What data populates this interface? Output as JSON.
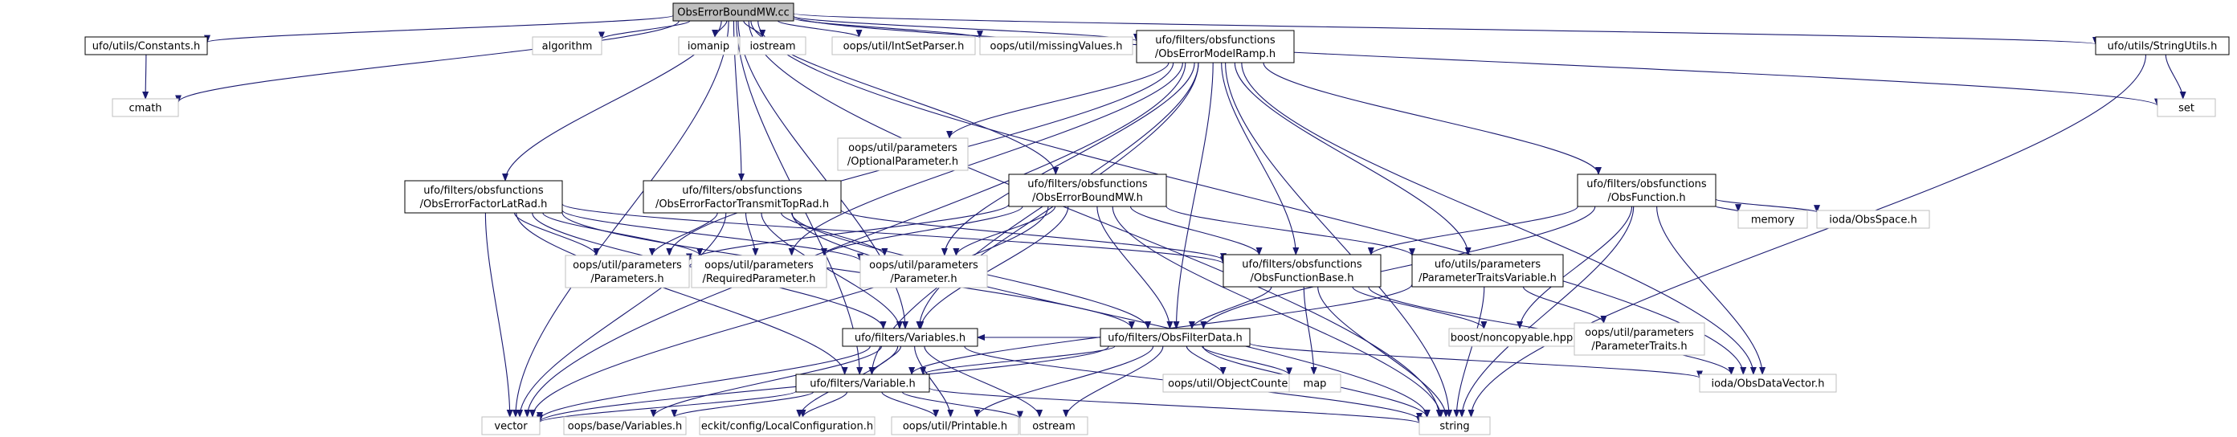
{
  "colors": {
    "root_fill": "#bfbfbf",
    "root_stroke": "#000000",
    "local_stroke": "#000000",
    "external_stroke": "#bfbfbf",
    "text": "#000000",
    "external_text": "#000000",
    "edge": "#191970"
  },
  "nodes": [
    {
      "id": "root",
      "kind": "root",
      "lines": [
        "ObsErrorBoundMW.cc"
      ]
    },
    {
      "id": "constants",
      "kind": "local",
      "lines": [
        "ufo/utils/Constants.h"
      ]
    },
    {
      "id": "cmath",
      "kind": "external",
      "lines": [
        "cmath"
      ]
    },
    {
      "id": "algorithm",
      "kind": "external",
      "lines": [
        "algorithm"
      ]
    },
    {
      "id": "iomanip",
      "kind": "external",
      "lines": [
        "iomanip"
      ]
    },
    {
      "id": "iostream",
      "kind": "external",
      "lines": [
        "iostream"
      ]
    },
    {
      "id": "intsetparser",
      "kind": "external",
      "lines": [
        "oops/util/IntSetParser.h"
      ]
    },
    {
      "id": "missingvalues",
      "kind": "external",
      "lines": [
        "oops/util/missingValues.h"
      ]
    },
    {
      "id": "ramp",
      "kind": "local",
      "lines": [
        "ufo/filters/obsfunctions",
        "/ObsErrorModelRamp.h"
      ]
    },
    {
      "id": "stringutils",
      "kind": "local",
      "lines": [
        "ufo/utils/StringUtils.h"
      ]
    },
    {
      "id": "set",
      "kind": "external",
      "lines": [
        "set"
      ]
    },
    {
      "id": "latrad",
      "kind": "local",
      "lines": [
        "ufo/filters/obsfunctions",
        "/ObsErrorFactorLatRad.h"
      ]
    },
    {
      "id": "transmit",
      "kind": "local",
      "lines": [
        "ufo/filters/obsfunctions",
        "/ObsErrorFactorTransmitTopRad.h"
      ]
    },
    {
      "id": "optparam",
      "kind": "external",
      "lines": [
        "oops/util/parameters",
        "/OptionalParameter.h"
      ]
    },
    {
      "id": "boundmw",
      "kind": "local",
      "lines": [
        "ufo/filters/obsfunctions",
        "/ObsErrorBoundMW.h"
      ]
    },
    {
      "id": "obsfunction",
      "kind": "local",
      "lines": [
        "ufo/filters/obsfunctions",
        "/ObsFunction.h"
      ]
    },
    {
      "id": "memory",
      "kind": "external",
      "lines": [
        "memory"
      ]
    },
    {
      "id": "obsspace",
      "kind": "external",
      "lines": [
        "ioda/ObsSpace.h"
      ]
    },
    {
      "id": "parameters",
      "kind": "external",
      "lines": [
        "oops/util/parameters",
        "/Parameters.h"
      ]
    },
    {
      "id": "reqparam",
      "kind": "external",
      "lines": [
        "oops/util/parameters",
        "/RequiredParameter.h"
      ]
    },
    {
      "id": "parameter",
      "kind": "external",
      "lines": [
        "oops/util/parameters",
        "/Parameter.h"
      ]
    },
    {
      "id": "funcbase",
      "kind": "local",
      "lines": [
        "ufo/filters/obsfunctions",
        "/ObsFunctionBase.h"
      ]
    },
    {
      "id": "traitsvar",
      "kind": "local",
      "lines": [
        "ufo/utils/parameters",
        "/ParameterTraitsVariable.h"
      ]
    },
    {
      "id": "variables",
      "kind": "local",
      "lines": [
        "ufo/filters/Variables.h"
      ]
    },
    {
      "id": "filterdata",
      "kind": "local",
      "lines": [
        "ufo/filters/ObsFilterData.h"
      ]
    },
    {
      "id": "noncopyable",
      "kind": "external",
      "lines": [
        "boost/noncopyable.hpp"
      ]
    },
    {
      "id": "paramtraits",
      "kind": "external",
      "lines": [
        "oops/util/parameters",
        "/ParameterTraits.h"
      ]
    },
    {
      "id": "objectcounter",
      "kind": "external",
      "lines": [
        "oops/util/ObjectCounter.h"
      ]
    },
    {
      "id": "map",
      "kind": "external",
      "lines": [
        "map"
      ]
    },
    {
      "id": "variable",
      "kind": "local",
      "lines": [
        "ufo/filters/Variable.h"
      ]
    },
    {
      "id": "obsdatavector",
      "kind": "external",
      "lines": [
        "ioda/ObsDataVector.h"
      ]
    },
    {
      "id": "vector",
      "kind": "external",
      "lines": [
        "vector"
      ]
    },
    {
      "id": "basevariables",
      "kind": "external",
      "lines": [
        "oops/base/Variables.h"
      ]
    },
    {
      "id": "localconfig",
      "kind": "external",
      "lines": [
        "eckit/config/LocalConfiguration.h"
      ]
    },
    {
      "id": "printable",
      "kind": "external",
      "lines": [
        "oops/util/Printable.h"
      ]
    },
    {
      "id": "ostream",
      "kind": "external",
      "lines": [
        "ostream"
      ]
    },
    {
      "id": "string",
      "kind": "external",
      "lines": [
        "string"
      ]
    }
  ],
  "edges": [
    [
      "root",
      "constants"
    ],
    [
      "root",
      "cmath"
    ],
    [
      "root",
      "algorithm"
    ],
    [
      "root",
      "iomanip"
    ],
    [
      "root",
      "iostream"
    ],
    [
      "root",
      "intsetparser"
    ],
    [
      "root",
      "missingvalues"
    ],
    [
      "root",
      "ramp"
    ],
    [
      "root",
      "stringutils"
    ],
    [
      "root",
      "set"
    ],
    [
      "root",
      "latrad"
    ],
    [
      "root",
      "transmit"
    ],
    [
      "root",
      "boundmw"
    ],
    [
      "root",
      "variables"
    ],
    [
      "root",
      "variable"
    ],
    [
      "root",
      "obsdatavector"
    ],
    [
      "root",
      "vector"
    ],
    [
      "root",
      "string"
    ],
    [
      "constants",
      "cmath"
    ],
    [
      "stringutils",
      "set"
    ],
    [
      "stringutils",
      "string"
    ],
    [
      "ramp",
      "optparam"
    ],
    [
      "ramp",
      "obsfunction"
    ],
    [
      "ramp",
      "parameters"
    ],
    [
      "ramp",
      "reqparam"
    ],
    [
      "ramp",
      "parameter"
    ],
    [
      "ramp",
      "funcbase"
    ],
    [
      "ramp",
      "traitsvar"
    ],
    [
      "ramp",
      "variables"
    ],
    [
      "ramp",
      "filterdata"
    ],
    [
      "ramp",
      "variable"
    ],
    [
      "ramp",
      "obsdatavector"
    ],
    [
      "ramp",
      "vector"
    ],
    [
      "ramp",
      "string"
    ],
    [
      "latrad",
      "parameters"
    ],
    [
      "latrad",
      "reqparam"
    ],
    [
      "latrad",
      "parameter"
    ],
    [
      "latrad",
      "funcbase"
    ],
    [
      "latrad",
      "variables"
    ],
    [
      "latrad",
      "filterdata"
    ],
    [
      "latrad",
      "vector"
    ],
    [
      "latrad",
      "variable"
    ],
    [
      "transmit",
      "parameters"
    ],
    [
      "transmit",
      "reqparam"
    ],
    [
      "transmit",
      "parameter"
    ],
    [
      "transmit",
      "funcbase"
    ],
    [
      "transmit",
      "variables"
    ],
    [
      "transmit",
      "filterdata"
    ],
    [
      "transmit",
      "vector"
    ],
    [
      "transmit",
      "string"
    ],
    [
      "boundmw",
      "parameters"
    ],
    [
      "boundmw",
      "reqparam"
    ],
    [
      "boundmw",
      "parameter"
    ],
    [
      "boundmw",
      "funcbase"
    ],
    [
      "boundmw",
      "traitsvar"
    ],
    [
      "boundmw",
      "variables"
    ],
    [
      "boundmw",
      "filterdata"
    ],
    [
      "boundmw",
      "vector"
    ],
    [
      "boundmw",
      "string"
    ],
    [
      "obsfunction",
      "memory"
    ],
    [
      "obsfunction",
      "obsspace"
    ],
    [
      "obsfunction",
      "funcbase"
    ],
    [
      "obsfunction",
      "filterdata"
    ],
    [
      "obsfunction",
      "noncopyable"
    ],
    [
      "obsfunction",
      "obsdatavector"
    ],
    [
      "obsfunction",
      "string"
    ],
    [
      "funcbase",
      "filterdata"
    ],
    [
      "funcbase",
      "map"
    ],
    [
      "funcbase",
      "noncopyable"
    ],
    [
      "funcbase",
      "obsdatavector"
    ],
    [
      "funcbase",
      "string"
    ],
    [
      "traitsvar",
      "paramtraits"
    ],
    [
      "traitsvar",
      "variable"
    ],
    [
      "traitsvar",
      "string"
    ],
    [
      "variables",
      "variable"
    ],
    [
      "variables",
      "vector"
    ],
    [
      "variables",
      "basevariables"
    ],
    [
      "variables",
      "localconfig"
    ],
    [
      "variables",
      "printable"
    ],
    [
      "variables",
      "ostream"
    ],
    [
      "variables",
      "string"
    ],
    [
      "filterdata",
      "objectcounter"
    ],
    [
      "filterdata",
      "map"
    ],
    [
      "filterdata",
      "variable"
    ],
    [
      "filterdata",
      "variables"
    ],
    [
      "filterdata",
      "obsdatavector"
    ],
    [
      "filterdata",
      "vector"
    ],
    [
      "filterdata",
      "printable"
    ],
    [
      "filterdata",
      "ostream"
    ],
    [
      "filterdata",
      "string"
    ],
    [
      "variable",
      "vector"
    ],
    [
      "variable",
      "basevariables"
    ],
    [
      "variable",
      "localconfig"
    ],
    [
      "variable",
      "printable"
    ],
    [
      "variable",
      "ostream"
    ],
    [
      "variable",
      "string"
    ]
  ]
}
